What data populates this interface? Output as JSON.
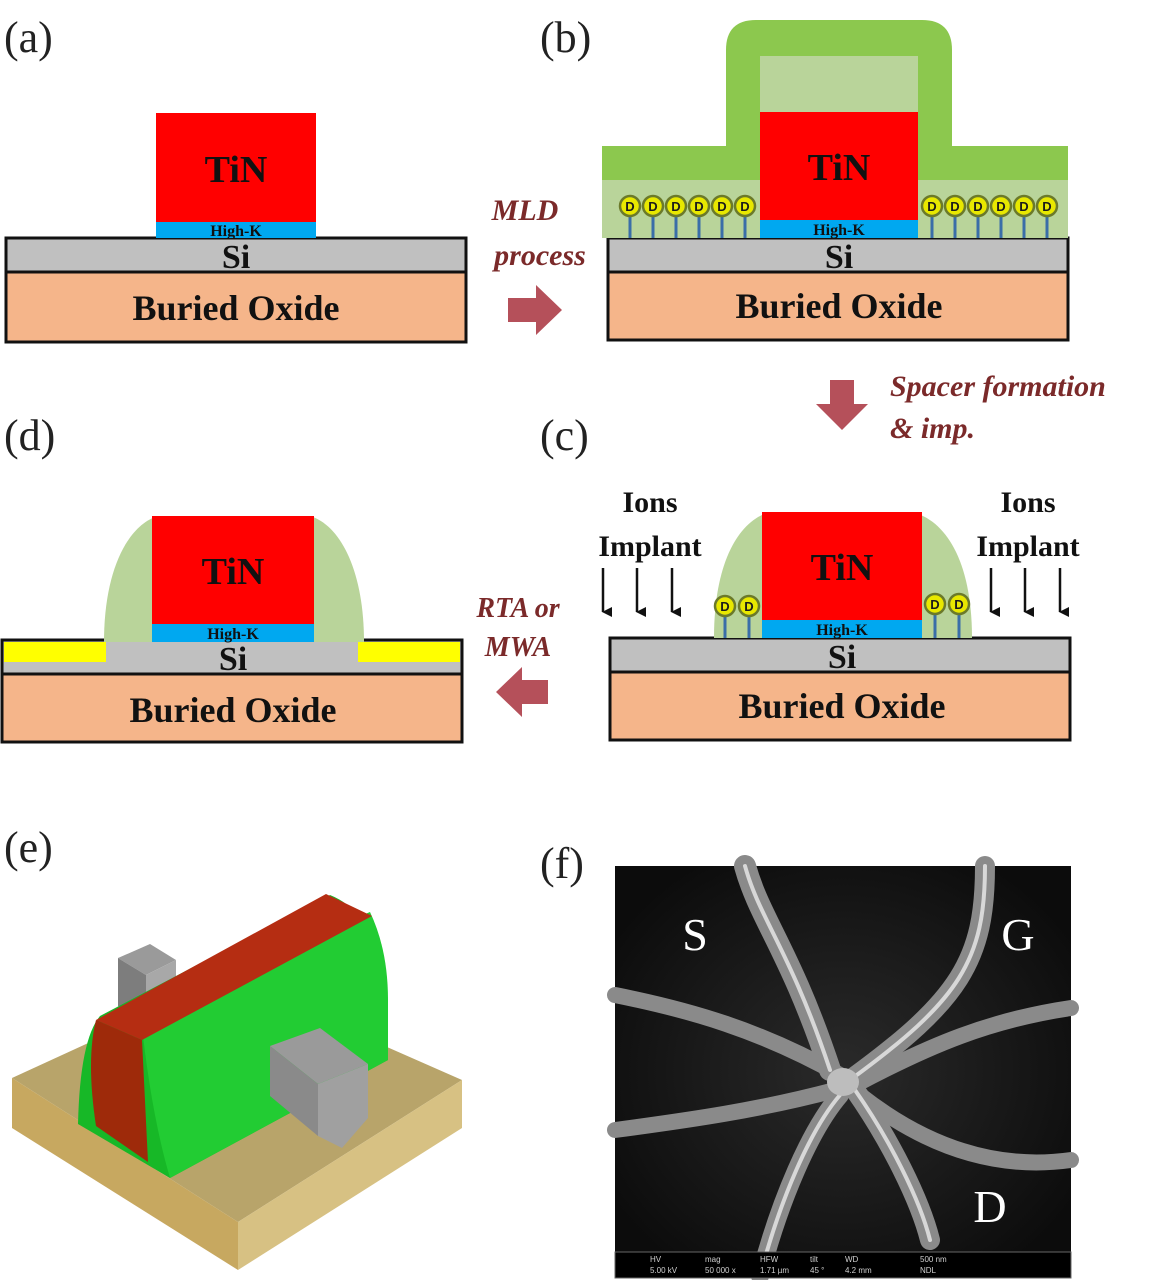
{
  "panels": {
    "a": "(a)",
    "b": "(b)",
    "c": "(c)",
    "d": "(d)",
    "e": "(e)",
    "f": "(f)"
  },
  "layers": {
    "gate": "TiN",
    "dielectric": "High-K",
    "channel": "Si",
    "box": "Buried Oxide",
    "dopant": "D"
  },
  "steps": {
    "mld_line1": "MLD",
    "mld_line2": "process",
    "spacer_line1": "Spacer formation",
    "spacer_line2": "& imp.",
    "rta_line1": "RTA or",
    "rta_line2": "MWA"
  },
  "implant": {
    "line1": "Ions",
    "line2": "Implant"
  },
  "sem": {
    "source": "S",
    "gate": "G",
    "drain": "D",
    "info_bar": [
      "HV",
      "mag",
      "HFW",
      "tilt",
      "WD",
      "500 nm"
    ],
    "info_values": [
      "5.00 kV",
      "50 000 x",
      "1.71 µm",
      "45 °",
      "4.2 mm",
      "NDL"
    ]
  },
  "colors": {
    "gate": "#ff0000",
    "dielectric": "#00a8f0",
    "silicon": "#c0c0c0",
    "box": "#f5b58a",
    "spacer_light": "#b9d49a",
    "spacer_dark": "#8cc84e",
    "arrow": "#b5505a",
    "silicide": "#ffff00",
    "dopant": "#e8e800"
  }
}
